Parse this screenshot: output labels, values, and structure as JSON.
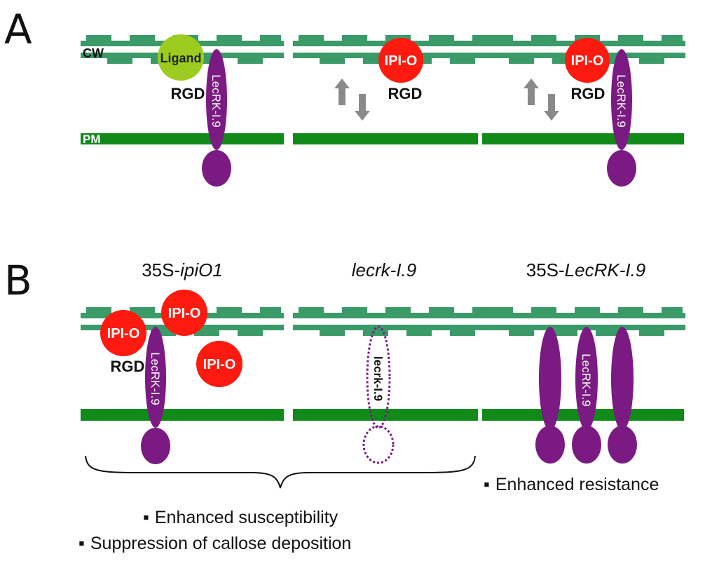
{
  "panels": {
    "a_letter": "A",
    "b_letter": "B"
  },
  "labels": {
    "cw": "CW",
    "pm": "PM",
    "ligand": "Ligand",
    "rgd": "RGD",
    "ipio": "IPI-O",
    "lecrk": "LecRK-I.9",
    "lecrk_mutant": "lecrk-I.9"
  },
  "genotypes": {
    "g1_prefix": "35S-",
    "g1_italic": "ipiO1",
    "g2_italic": "lecrk-I.9",
    "g3_prefix": "35S-",
    "g3_italic": "LecRK-I.9"
  },
  "outcomes": {
    "bullet": "▪",
    "enhanced_resistance": "Enhanced resistance",
    "enhanced_susceptibility": "Enhanced susceptibility",
    "callose_suppression": "Suppression of callose deposition"
  },
  "colors": {
    "cell_wall": "#3a9a68",
    "plasma_membrane": "#118a1a",
    "receptor": "#7b1a83",
    "ipio": "#ff1a10",
    "ligand": "#9ccc1f",
    "arrow": "#8a8a8a"
  }
}
